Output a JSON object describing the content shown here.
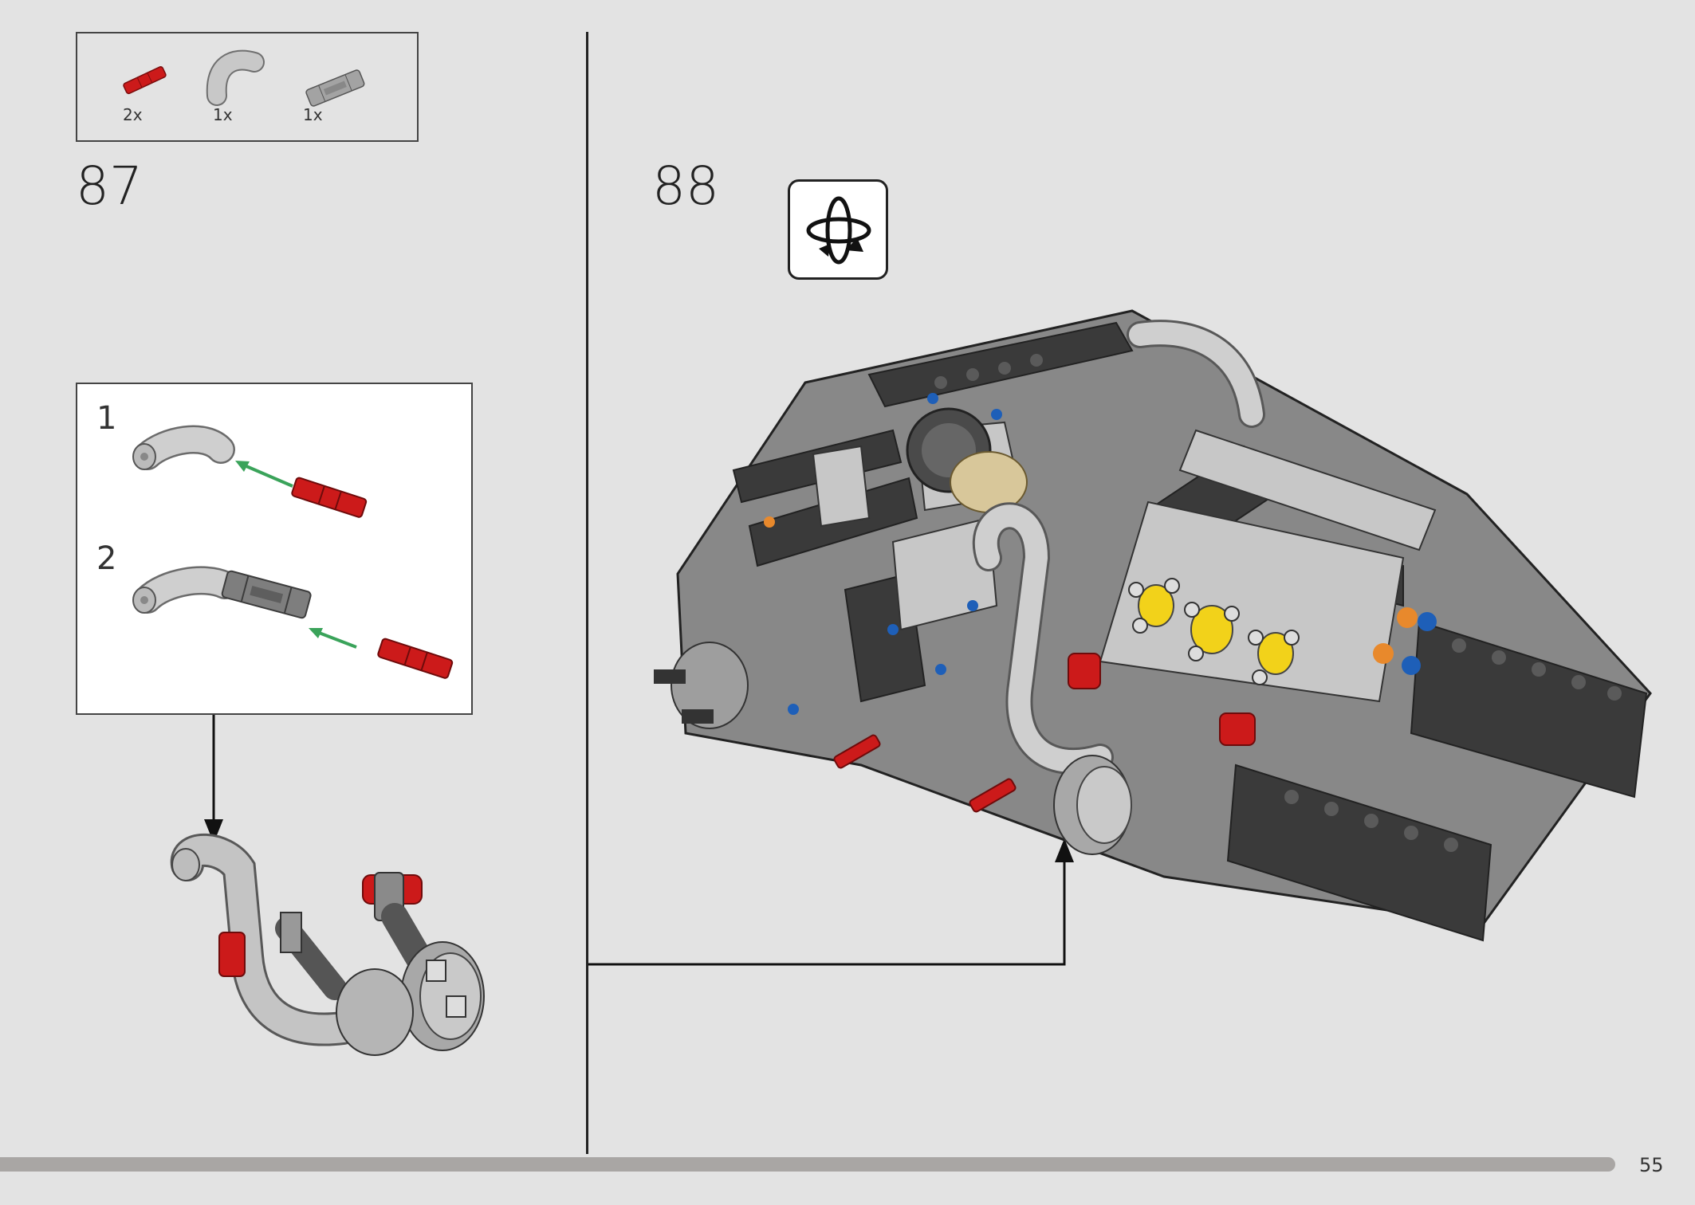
{
  "parts_list": {
    "items": [
      {
        "name": "red-axle-pin-icon",
        "qty": "2x",
        "color": "#cc1a1a"
      },
      {
        "name": "grey-bent-tube-icon",
        "qty": "1x",
        "color": "#bdbdbd"
      },
      {
        "name": "grey-axle-connector-icon",
        "qty": "1x",
        "color": "#9a9a9a"
      }
    ]
  },
  "steps": {
    "step_87": "87",
    "step_88": "88"
  },
  "sub_steps": {
    "sub_1": "1",
    "sub_2": "2"
  },
  "rotate_icon": "rotate-model-icon",
  "page_number": "55",
  "colors": {
    "background": "#e3e3e3",
    "red_part": "#cc1a1a",
    "light_grey_part": "#bdbdbd",
    "dark_grey_part": "#3a3a3a",
    "green_arrow": "#3aa35a",
    "yellow_part": "#f2d21a",
    "blue_pin": "#1e5fb8",
    "orange_pin": "#e8892c"
  }
}
